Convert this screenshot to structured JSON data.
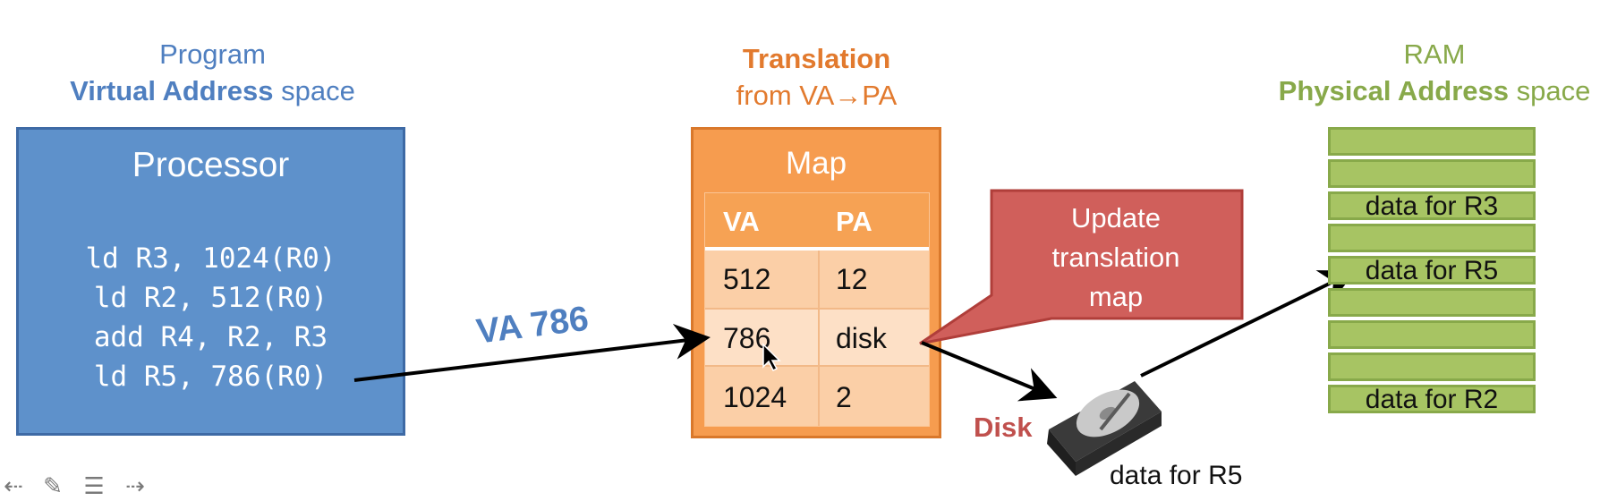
{
  "left_column": {
    "header_line1": "Program",
    "header_line2_bold": "Virtual Address",
    "header_line2_rest": " space",
    "box_title": "Processor",
    "code_lines": [
      "ld R3, 1024(R0)",
      "ld R2, 512(R0)",
      "add R4, R2, R3",
      "ld R5, 786(R0)"
    ]
  },
  "middle_column": {
    "header_line1": "Translation",
    "header_line2": "from VA→PA",
    "box_title": "Map",
    "table": {
      "headers": [
        "VA",
        "PA"
      ],
      "rows": [
        [
          "512",
          "12"
        ],
        [
          "786",
          "disk"
        ],
        [
          "1024",
          "2"
        ]
      ]
    }
  },
  "callout": {
    "lines": [
      "Update",
      "translation",
      "map"
    ],
    "color": "#d05f5b"
  },
  "right_column": {
    "header_line1": "RAM",
    "header_line2_bold": "Physical Address",
    "header_line2_rest": " space",
    "slots": [
      "",
      "",
      "data for R3",
      "",
      "data for R5",
      "",
      "",
      "",
      "data for R2"
    ]
  },
  "labels": {
    "va_arrow": "VA 786",
    "disk": "Disk",
    "disk_data": "data for R5"
  },
  "nav": {
    "icons": [
      "arrow-left-icon",
      "pen-icon",
      "menu-icon",
      "arrow-right-icon"
    ]
  }
}
